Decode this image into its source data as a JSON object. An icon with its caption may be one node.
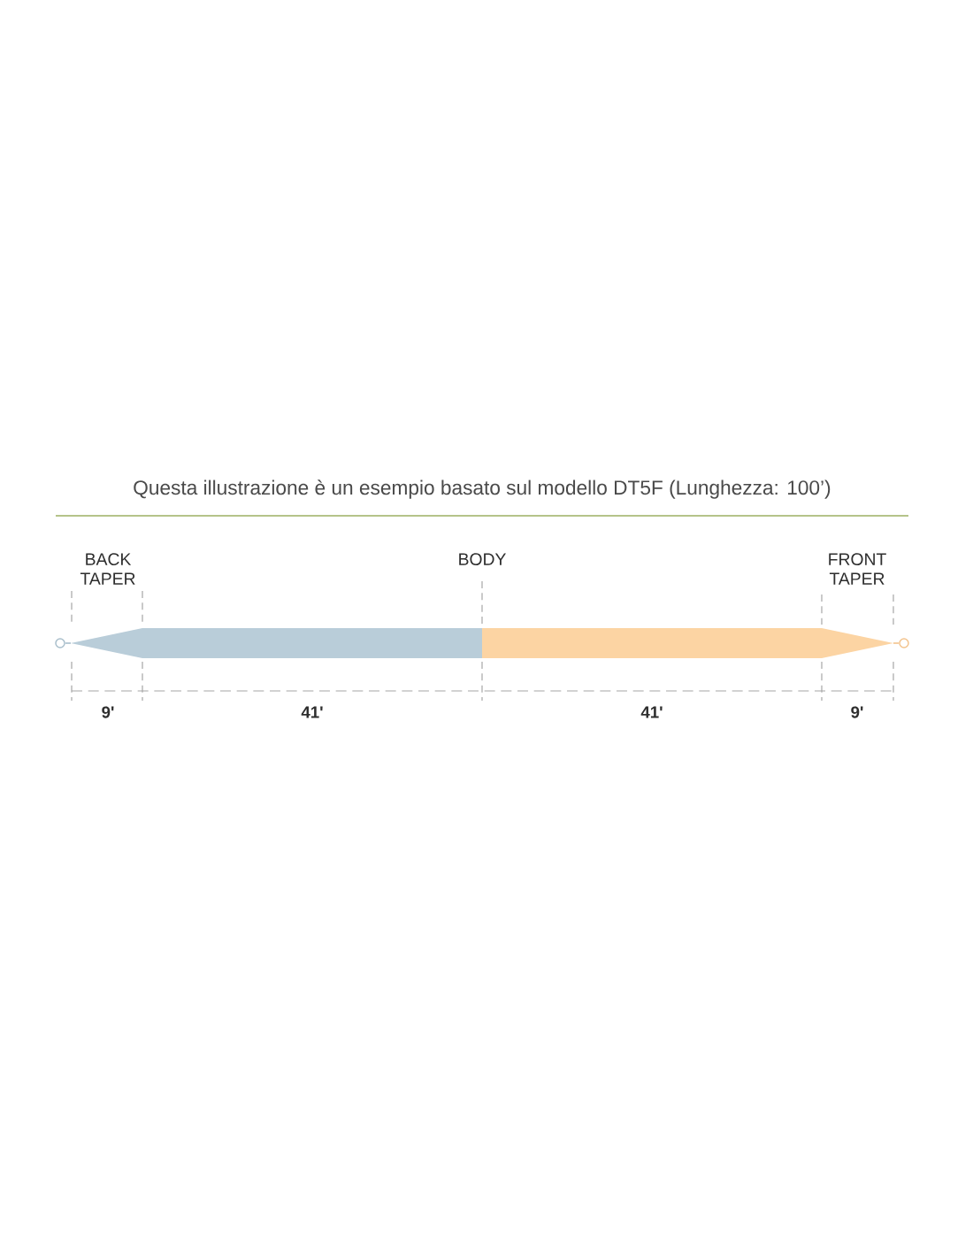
{
  "diagram": {
    "title": "Questa illustrazione è un esempio basato sul modello DT5F (Lunghezza: 100’)",
    "labels": [
      "BACK TAPER",
      "BODY",
      "FRONT TAPER",
      "9'",
      "41'",
      "41'",
      "9'"
    ]
  }
}
